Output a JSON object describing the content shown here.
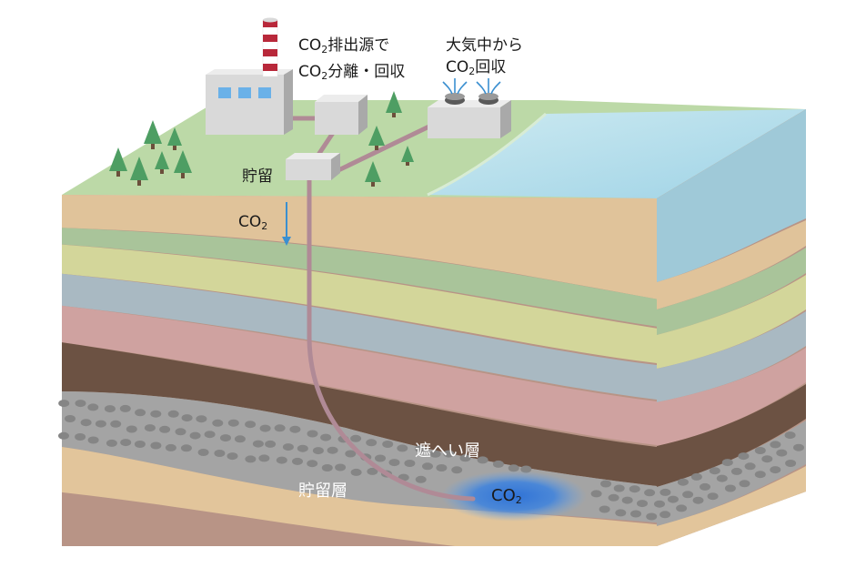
{
  "labels": {
    "capture_at_source": {
      "line1_prefix": "CO",
      "line1_sub": "2",
      "line1_suffix": "排出源で",
      "line2_prefix": "CO",
      "line2_sub": "2",
      "line2_suffix": "分離・回収"
    },
    "direct_air_capture": {
      "line1": "大気中から",
      "line2_prefix": "CO",
      "line2_sub": "2",
      "line2_suffix": "回収"
    },
    "storage": "貯留",
    "co2_arrow": {
      "prefix": "CO",
      "sub": "2"
    },
    "caprock": "遮へい層",
    "reservoir": "貯留層",
    "co2_plume": {
      "prefix": "CO",
      "sub": "2"
    }
  },
  "colors": {
    "surface_grass": "#bcd9a7",
    "sea": "#a9d8e8",
    "pipe": "#b08a96",
    "arrow": "#3a8fd0",
    "plume": "#2f72d6"
  }
}
